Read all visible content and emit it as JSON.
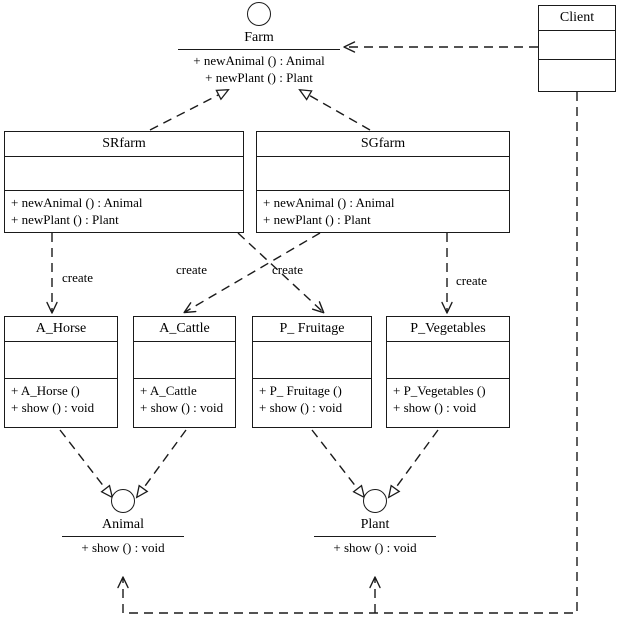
{
  "diagram": {
    "title": "Abstract Factory UML class diagram",
    "stroke_color": "#1a1a1a",
    "background_color": "#ffffff"
  },
  "classes": {
    "farm": {
      "name": "Farm",
      "stereotype": "interface",
      "attributes": [],
      "operations": [
        "+ newAnimal () : Animal",
        "+ newPlant () : Plant"
      ]
    },
    "client": {
      "name": "Client",
      "attributes": [],
      "operations": []
    },
    "srfarm": {
      "name": "SRfarm",
      "attributes": [],
      "operations": [
        "+ newAnimal () : Animal",
        "+ newPlant () : Plant"
      ]
    },
    "sgfarm": {
      "name": "SGfarm",
      "attributes": [],
      "operations": [
        "+ newAnimal () : Animal",
        "+ newPlant () : Plant"
      ]
    },
    "a_horse": {
      "name": "A_Horse",
      "attributes": [],
      "operations": [
        "+ A_Horse ()",
        "+ show () : void"
      ]
    },
    "a_cattle": {
      "name": "A_Cattle",
      "attributes": [],
      "operations": [
        "+ A_Cattle",
        "+ show () : void"
      ]
    },
    "p_fruitage": {
      "name": "P_ Fruitage",
      "attributes": [],
      "operations": [
        "+ P_ Fruitage ()",
        "+ show () : void"
      ]
    },
    "p_vegetables": {
      "name": "P_Vegetables",
      "attributes": [],
      "operations": [
        "+ P_Vegetables ()",
        "+ show () : void"
      ]
    },
    "animal": {
      "name": "Animal",
      "stereotype": "interface",
      "operations": [
        "+ show () : void"
      ]
    },
    "plant": {
      "name": "Plant",
      "stereotype": "interface",
      "operations": [
        "+ show () : void"
      ]
    }
  },
  "edges": [
    {
      "id": "client-to-farm",
      "from": "Client",
      "to": "Farm",
      "type": "dependency",
      "label": ""
    },
    {
      "id": "srfarm-to-farm",
      "from": "SRfarm",
      "to": "Farm",
      "type": "realization",
      "label": ""
    },
    {
      "id": "sgfarm-to-farm",
      "from": "SGfarm",
      "to": "Farm",
      "type": "realization",
      "label": ""
    },
    {
      "id": "srfarm-creates-a_horse",
      "from": "SRfarm",
      "to": "A_Horse",
      "type": "dependency",
      "label": "create"
    },
    {
      "id": "srfarm-creates-p_fruitage",
      "from": "SRfarm",
      "to": "P_ Fruitage",
      "type": "dependency",
      "label": "create"
    },
    {
      "id": "sgfarm-creates-a_cattle",
      "from": "SGfarm",
      "to": "A_Cattle",
      "type": "dependency",
      "label": "create"
    },
    {
      "id": "sgfarm-creates-p_vegetables",
      "from": "SGfarm",
      "to": "P_Vegetables",
      "type": "dependency",
      "label": "create"
    },
    {
      "id": "a_horse-to-animal",
      "from": "A_Horse",
      "to": "Animal",
      "type": "realization",
      "label": ""
    },
    {
      "id": "a_cattle-to-animal",
      "from": "A_Cattle",
      "to": "Animal",
      "type": "realization",
      "label": ""
    },
    {
      "id": "p_fruitage-to-plant",
      "from": "P_ Fruitage",
      "to": "Plant",
      "type": "realization",
      "label": ""
    },
    {
      "id": "p_vegetables-to-plant",
      "from": "P_Vegetables",
      "to": "Plant",
      "type": "realization",
      "label": ""
    },
    {
      "id": "client-to-animal",
      "from": "Client",
      "to": "Animal",
      "type": "dependency",
      "label": ""
    },
    {
      "id": "client-to-plant",
      "from": "Client",
      "to": "Plant",
      "type": "dependency",
      "label": ""
    }
  ],
  "labels": {
    "create_1": "create",
    "create_2": "create",
    "create_3": "create",
    "create_4": "create"
  }
}
